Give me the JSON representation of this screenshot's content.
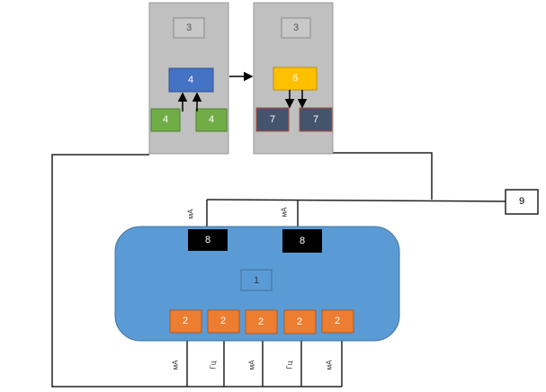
{
  "diagram": {
    "panel_left": {
      "label_top": "3",
      "box_main": "4",
      "box_left": "4",
      "box_right": "4"
    },
    "panel_right": {
      "label_top": "3",
      "box_main": "6",
      "box_left": "7",
      "box_right": "7"
    },
    "external_box": "9",
    "main_body": {
      "center_label": "1",
      "top_sensors": [
        "8",
        "8"
      ],
      "top_wire_labels": [
        "мА",
        "мА"
      ],
      "bottom_sensors": [
        "2",
        "2",
        "2",
        "2",
        "2"
      ],
      "bottom_wire_labels": [
        "мА",
        "Гц",
        "мА",
        "Гц",
        "мА"
      ]
    },
    "colors": {
      "panel": "#c0c0c0",
      "blue_box": "#4472c4",
      "green_box": "#70ad47",
      "yellow_box": "#ffc000",
      "dark_box": "#44546a",
      "main_body": "#5b9bd5",
      "orange_box": "#ed7d31",
      "black_box": "#000000"
    }
  }
}
